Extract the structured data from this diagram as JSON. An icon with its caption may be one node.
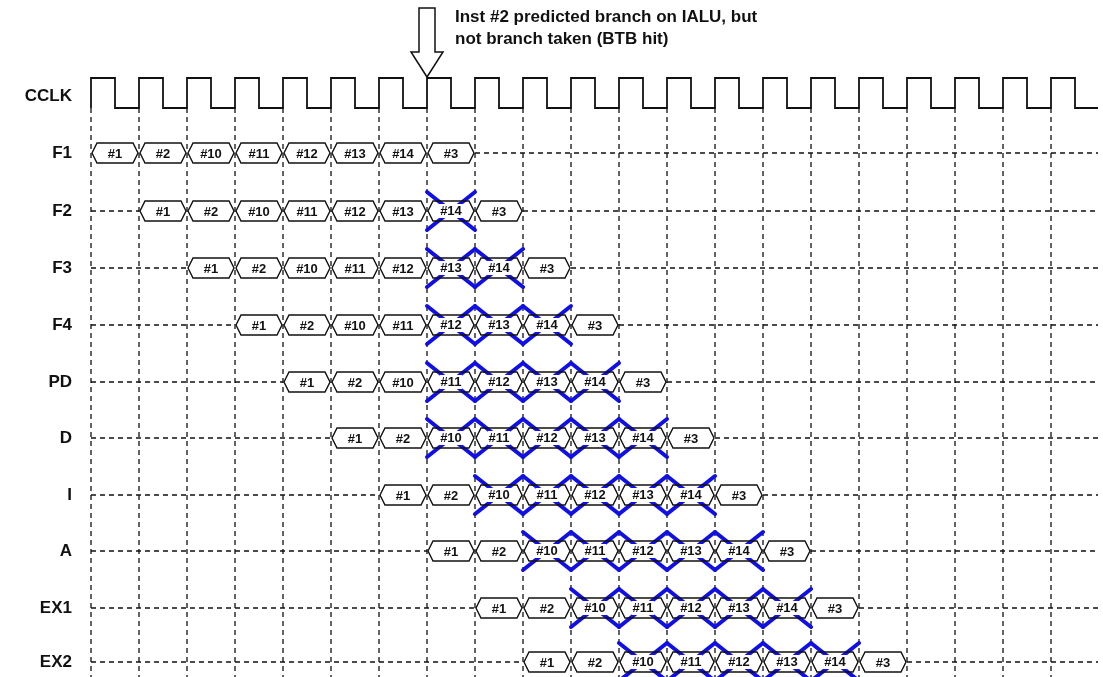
{
  "diagram": {
    "nodes": [
      {
        "text": [
          "#1"
        ]
      },
      {
        "text": [
          "#2"
        ]
      },
      {
        "text": [
          "#10"
        ]
      },
      {
        "text": [
          "#11"
        ]
      },
      {
        "text": [
          "#12"
        ]
      },
      {
        "text": [
          "#13"
        ]
      },
      {
        "text": [
          "#14"
        ]
      },
      {
        "text": [
          "#3"
        ]
      },
      {
        "text": [
          "#1"
        ]
      },
      {
        "text": [
          "#2"
        ]
      },
      {
        "text": [
          "#10"
        ]
      },
      {
        "text": [
          "#11"
        ]
      },
      {
        "text": [
          "#12"
        ]
      },
      {
        "text": [
          "#13"
        ]
      },
      {
        "text": [
          "#14"
        ]
      },
      {
        "text": [
          "#3"
        ]
      },
      {
        "text": [
          "#1"
        ]
      },
      {
        "text": [
          "#2"
        ]
      },
      {
        "text": [
          "#10"
        ]
      },
      {
        "text": [
          "#11"
        ]
      },
      {
        "text": [
          "#12"
        ]
      },
      {
        "text": [
          "#13"
        ]
      },
      {
        "text": [
          "#14"
        ]
      },
      {
        "text": [
          "#3"
        ]
      },
      {
        "text": [
          "#1"
        ]
      },
      {
        "text": [
          "#2"
        ]
      },
      {
        "text": [
          "#10"
        ]
      },
      {
        "text": [
          "#11"
        ]
      },
      {
        "text": [
          "#12"
        ]
      },
      {
        "text": [
          "#13"
        ]
      },
      {
        "text": [
          "#14"
        ]
      },
      {
        "text": [
          "#3"
        ]
      },
      {
        "text": [
          "#1"
        ]
      },
      {
        "text": [
          "#2"
        ]
      },
      {
        "text": [
          "#10"
        ]
      },
      {
        "text": [
          "#11"
        ]
      },
      {
        "text": [
          "#12"
        ]
      },
      {
        "text": [
          "#13"
        ]
      },
      {
        "text": [
          "#14"
        ]
      },
      {
        "text": [
          "#3"
        ]
      },
      {
        "text": [
          "#1"
        ]
      },
      {
        "text": [
          "#2"
        ]
      },
      {
        "text": [
          "#10"
        ]
      },
      {
        "text": [
          "#11"
        ]
      },
      {
        "text": [
          "#12"
        ]
      },
      {
        "text": [
          "#13"
        ]
      },
      {
        "text": [
          "#14"
        ]
      },
      {
        "text": [
          "#3"
        ]
      },
      {
        "text": [
          "#1"
        ]
      },
      {
        "text": [
          "#2"
        ]
      },
      {
        "text": [
          "#10"
        ]
      },
      {
        "text": [
          "#11"
        ]
      },
      {
        "text": [
          "#12"
        ]
      },
      {
        "text": [
          "#13"
        ]
      },
      {
        "text": [
          "#14"
        ]
      },
      {
        "text": [
          "#3"
        ]
      },
      {
        "text": [
          "#1"
        ]
      },
      {
        "text": [
          "#2"
        ]
      },
      {
        "text": [
          "#10"
        ]
      },
      {
        "text": [
          "#11"
        ]
      },
      {
        "text": [
          "#12"
        ]
      },
      {
        "text": [
          "#13"
        ]
      },
      {
        "text": [
          "#14"
        ]
      },
      {
        "text": [
          "#3"
        ]
      },
      {
        "text": [
          "#1"
        ]
      },
      {
        "text": [
          "#2"
        ]
      },
      {
        "text": [
          "#10"
        ]
      },
      {
        "text": [
          "#11"
        ]
      },
      {
        "text": [
          "#12"
        ]
      },
      {
        "text": [
          "#13"
        ]
      },
      {
        "text": [
          "#14"
        ]
      },
      {
        "text": [
          "#3"
        ]
      },
      {
        "text": [
          "#1"
        ]
      },
      {
        "text": [
          "#2"
        ]
      },
      {
        "text": [
          "#10"
        ]
      },
      {
        "text": [
          "#11"
        ]
      },
      {
        "text": [
          "#12"
        ]
      },
      {
        "text": [
          "#13"
        ]
      },
      {
        "text": [
          "#14"
        ]
      },
      {
        "text": [
          "#3"
        ]
      }
    ],
    "labels": [
      "Inst #2 predicted branch on IALU, but not branch taken (BTB hit)",
      "CCLK",
      "F1",
      "F2",
      "F3",
      "F4",
      "PD",
      "D",
      "I",
      "A",
      "EX1",
      "EX2"
    ]
  }
}
